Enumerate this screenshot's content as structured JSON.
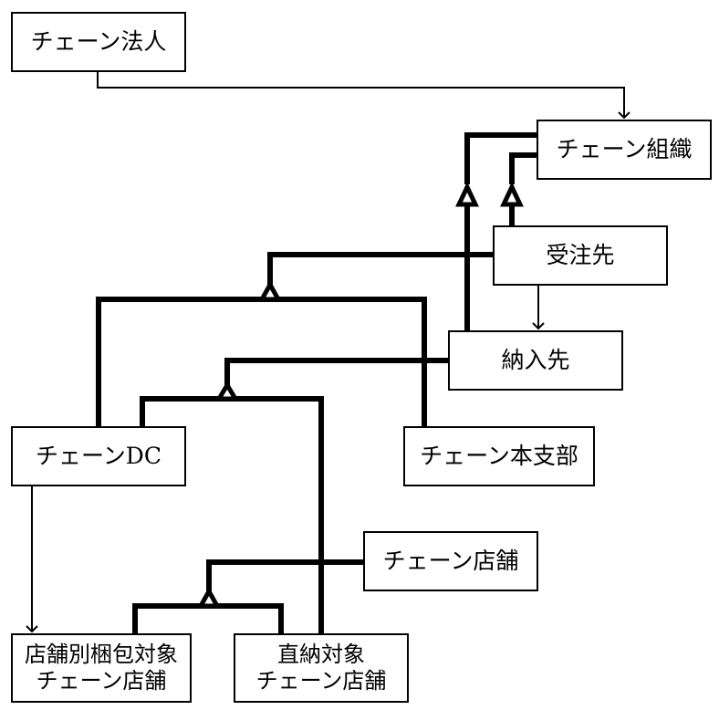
{
  "nodes": {
    "chain_corporation": "チェーン法人",
    "chain_organization": "チェーン組織",
    "order_receiver": "受注先",
    "delivery_destination": "納入先",
    "chain_dc": "チェーンDC",
    "chain_branch": "チェーン本支部",
    "chain_store": "チェーン店舗",
    "split_pack_target_store": "店舗別梱包対象\nチェーン店舗",
    "direct_delivery_target_store": "直納対象\nチェーン店舗"
  }
}
